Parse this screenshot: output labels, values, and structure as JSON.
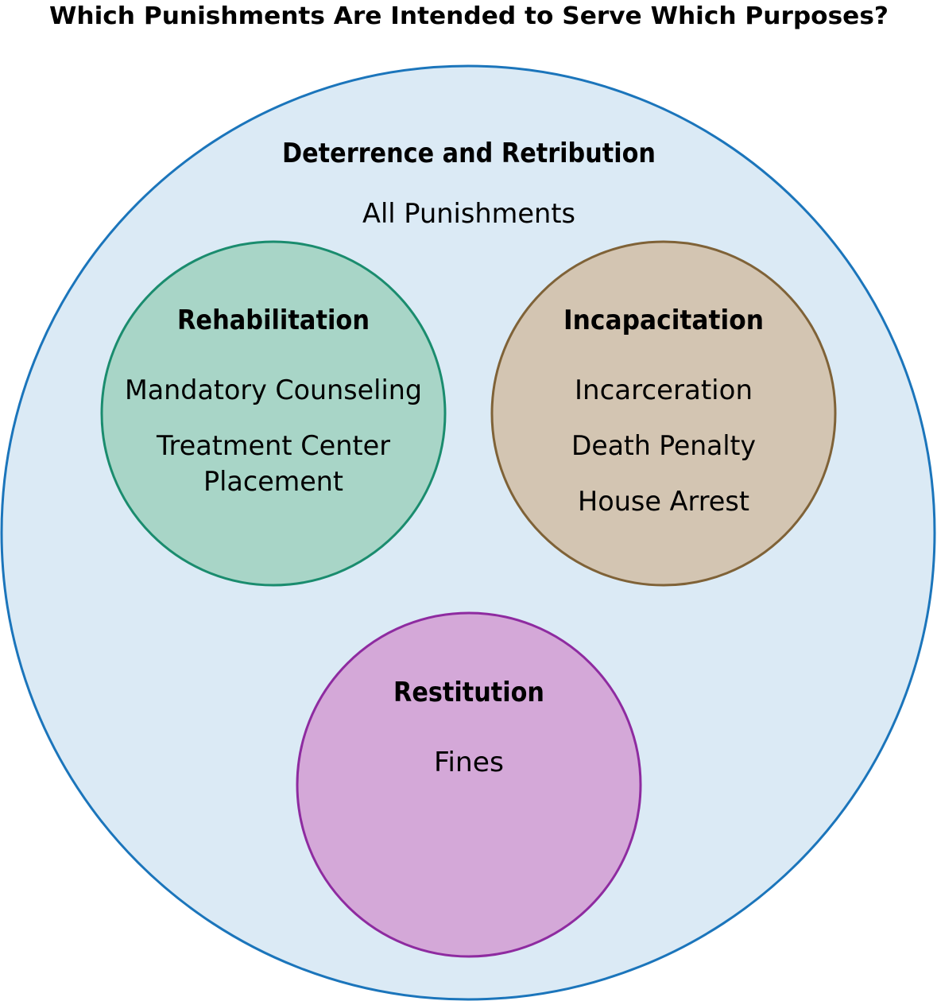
{
  "title": "Which Punishments Are Intended to Serve Which Purposes?",
  "outer": {
    "heading": "Deterrence and Retribution",
    "item": "All Punishments",
    "fill": "#dbeaf5",
    "stroke": "#1b75bb"
  },
  "groups": {
    "rehabilitation": {
      "heading": "Rehabilitation",
      "items": [
        "Mandatory Counseling",
        "Treatment Center",
        "Placement"
      ],
      "fill": "#a8d5c7",
      "stroke": "#1a8c6e"
    },
    "incapacitation": {
      "heading": "Incapacitation",
      "items": [
        "Incarceration",
        "Death Penalty",
        "House Arrest"
      ],
      "fill": "#d3c5b2",
      "stroke": "#7f6237"
    },
    "restitution": {
      "heading": "Restitution",
      "items": [
        "Fines"
      ],
      "fill": "#d4a8d8",
      "stroke": "#8e2ba0"
    }
  }
}
